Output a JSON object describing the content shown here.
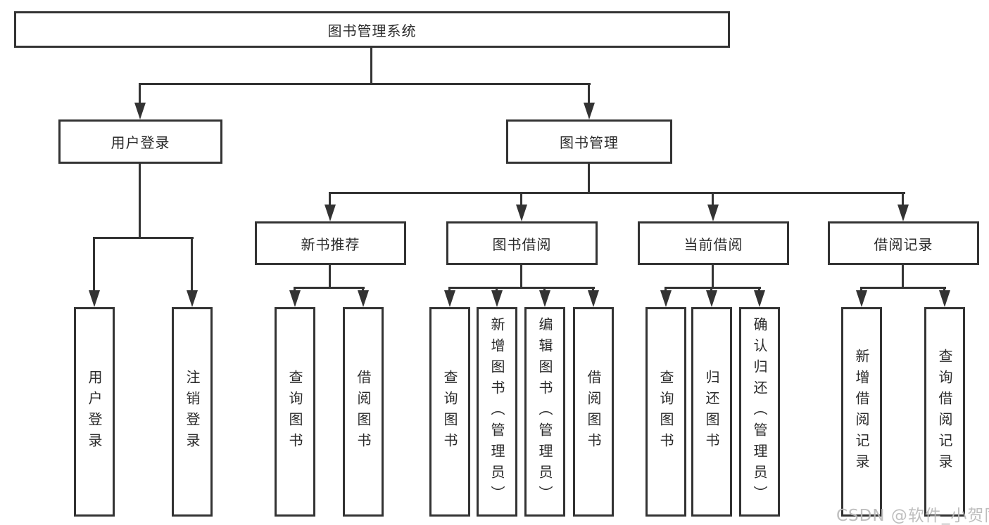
{
  "diagram": {
    "root": {
      "label": "图书管理系统"
    },
    "level2": [
      {
        "label": "用户登录"
      },
      {
        "label": "图书管理"
      }
    ],
    "level3": [
      {
        "label": "新书推荐"
      },
      {
        "label": "图书借阅"
      },
      {
        "label": "当前借阅"
      },
      {
        "label": "借阅记录"
      }
    ],
    "leaves": {
      "user_login": [
        "用户登录",
        "注销登录"
      ],
      "new_books": [
        "查询图书",
        "借阅图书"
      ],
      "book_borrow": [
        "查询图书",
        "新增图书（管理员）",
        "编辑图书（管理员）",
        "借阅图书"
      ],
      "current_borrow": [
        "查询图书",
        "归还图书",
        "确认归还（管理员）"
      ],
      "borrow_records": [
        "新增借阅记录",
        "查询借阅记录"
      ]
    },
    "watermark": "CSDN @软件_小贺同学",
    "colors": {
      "line": "#333333",
      "text": "#2b2b2b",
      "watermark": "#b9b9b9",
      "background": "#ffffff"
    }
  }
}
